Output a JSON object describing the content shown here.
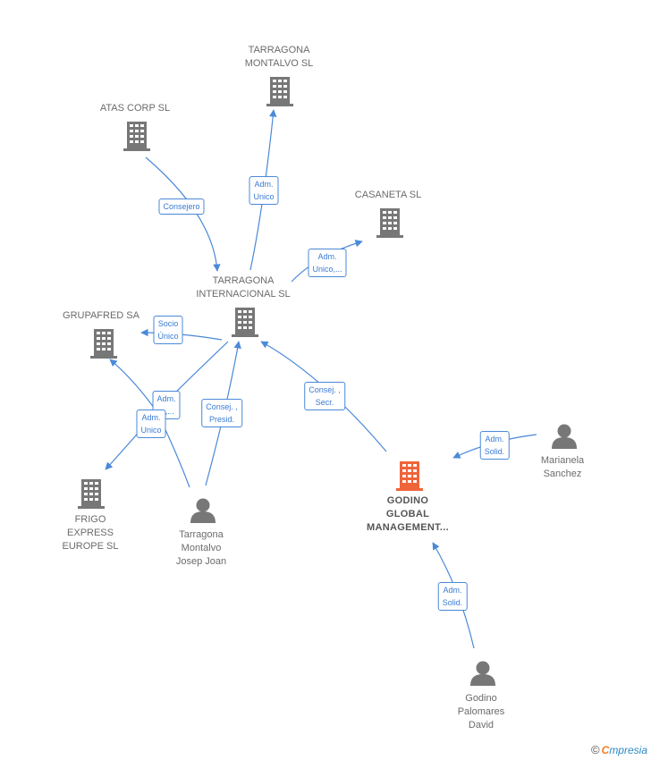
{
  "colors": {
    "edge": "#4a89d8",
    "company": "#777777",
    "person": "#777777",
    "highlight": "#f0643a"
  },
  "nodes": {
    "tarragona_montalvo_sl": {
      "lines": [
        "TARRAGONA",
        "MONTALVO SL"
      ],
      "icon": "building-icon"
    },
    "atas_corp": {
      "lines": [
        "ATAS CORP SL"
      ],
      "icon": "building-icon"
    },
    "casaneta": {
      "lines": [
        "CASANETA  SL"
      ],
      "icon": "building-icon"
    },
    "tarragona_internacional": {
      "lines": [
        "TARRAGONA",
        "INTERNACIONAL SL"
      ],
      "icon": "building-icon"
    },
    "grupafred": {
      "lines": [
        "GRUPAFRED SA"
      ],
      "icon": "building-icon"
    },
    "frigo_express": {
      "lines": [
        "FRIGO",
        "EXPRESS",
        "EUROPE  SL"
      ],
      "icon": "building-icon"
    },
    "tarragona_montalvo_josep": {
      "lines": [
        "Tarragona",
        "Montalvo",
        "Josep Joan"
      ],
      "icon": "person-icon"
    },
    "godino_global": {
      "lines": [
        "GODINO",
        "GLOBAL",
        "MANAGEMENT..."
      ],
      "icon": "building-icon"
    },
    "marianela": {
      "lines": [
        "Marianela",
        "Sanchez"
      ],
      "icon": "person-icon"
    },
    "godino_david": {
      "lines": [
        "Godino",
        "Palomares",
        "David"
      ],
      "icon": "person-icon"
    }
  },
  "edges": [
    {
      "id": "consejero",
      "lines": [
        "Consejero"
      ]
    },
    {
      "id": "adm_unico_montalvo",
      "lines": [
        "Adm.",
        "Unico"
      ]
    },
    {
      "id": "adm_unico_casaneta",
      "lines": [
        "Adm.",
        "Unico,..."
      ]
    },
    {
      "id": "socio_unico",
      "lines": [
        "Socio",
        "Único"
      ]
    },
    {
      "id": "adm_josep_intl",
      "lines": [
        "Adm.",
        "...,..."
      ]
    },
    {
      "id": "adm_unico_frigo",
      "lines": [
        "Adm.",
        "Unico"
      ]
    },
    {
      "id": "consej_presid",
      "lines": [
        "Consej. ,",
        "Presid."
      ]
    },
    {
      "id": "consej_secr",
      "lines": [
        "Consej. ,",
        "Secr."
      ]
    },
    {
      "id": "adm_solid_marianela",
      "lines": [
        "Adm.",
        "Solid."
      ]
    },
    {
      "id": "adm_solid_david",
      "lines": [
        "Adm.",
        "Solid."
      ]
    }
  ],
  "brand": {
    "copyright": "©",
    "initial": "C",
    "rest": "mpresia"
  }
}
